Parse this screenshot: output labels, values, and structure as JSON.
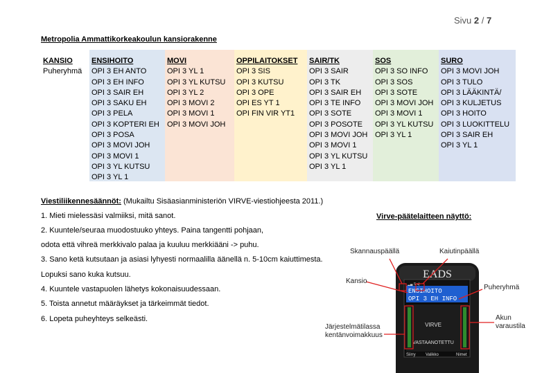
{
  "page": {
    "prefix": "Sivu ",
    "current": "2",
    "sep": " / ",
    "total": "7"
  },
  "title": "Metropolia Ammattikorkeakoulun kansiorakenne",
  "table": {
    "label_head": "KANSIO",
    "label_value": "Puheryhmä",
    "columns": [
      {
        "head": "ENSIHOITO",
        "color": "#dce6f2",
        "items": [
          "OPI 3 EH ANTO",
          "OPI 3 EH INFO",
          "OPI 3 SAIR EH",
          "OPI 3 SAKU EH",
          "OPI 3 PELA",
          "OPI 3 KOPTERI EH",
          "OPI 3 POSA",
          "OPI 3 MOVI JOH",
          "OPI 3 MOVI 1",
          "OPI 3 YL KUTSU",
          "OPI 3 YL 1"
        ]
      },
      {
        "head": "MOVI",
        "color": "#fbe4d5",
        "items": [
          "OPI 3 YL 1",
          "OPI 3 YL KUTSU",
          "OPI 3 YL 2",
          "OPI 3 MOVI 2",
          "OPI 3 MOVI 1",
          "OPI 3 MOVI JOH"
        ]
      },
      {
        "head": "OPPILAITOKSET",
        "color": "#fff2cc",
        "items": [
          "OPI 3 SIS",
          "OPI 3 KUTSU",
          "OPI 3 OPE",
          "OPI ES YT 1",
          "OPI FIN VIR YT1"
        ]
      },
      {
        "head": "SAIR/TK",
        "color": "#ededed",
        "items": [
          "OPI 3 SAIR",
          "OPI 3 TK",
          "OPI 3 SAIR EH",
          "OPI 3 TE INFO",
          "OPI 3 SOTE",
          "OPI 3 POSOTE",
          "OPI 3 MOVI JOH",
          "OPI 3 MOVI 1",
          "OPI 3 YL KUTSU",
          "OPI 3 YL 1"
        ]
      },
      {
        "head": "SOS",
        "color": "#e2efda",
        "items": [
          "OPI 3 SO INFO",
          "OPI 3 SOS",
          "OPI 3 SOTE",
          "OPI 3 MOVI JOH",
          "OPI 3 MOVI 1",
          "OPI 3 YL KUTSU",
          "OPI 3 YL 1"
        ]
      },
      {
        "head": "SURO",
        "color": "#d9e1f2",
        "items": [
          "OPI 3 MOVI JOH",
          "OPI 3 TULO",
          "OPI 3 LÄÄKINTÄ/",
          "OPI 3 KULJETUS",
          "OPI 3 HOITO",
          "OPI 3 LUOKITTELU",
          "OPI 3 SAIR EH",
          "OPI 3 YL 1"
        ]
      }
    ]
  },
  "rules": {
    "title": "Viestiliikennesäännöt:",
    "source": " (Mukailtu Sisäasianministeriön VIRVE-viestiohjeesta 2011.)",
    "lines": [
      "1. Mieti mielessäsi valmiiksi, mitä sanot.",
      "2. Kuuntele/seuraa muodostuuko yhteys. Paina tangentti pohjaan,",
      "odota että vihreä merkkivalo palaa ja kuuluu merkkiääni -> puhu.",
      "3. Sano ketä kutsutaan ja asiasi lyhyesti normaalilla äänellä n. 5-10cm kaiuttimesta.",
      "Lopuksi sano kuka kutsuu.",
      "4. Kuuntele vastapuolen lähetys kokonaisuudessaan.",
      "5. Toista annetut määräykset ja tärkeimmät tiedot.",
      "6. Lopeta puheyhteys selkeästi."
    ]
  },
  "device": {
    "title": "Virve-päätelaitteen näyttö:",
    "brand": "EADS",
    "screen": {
      "line1": "ENSIHOITO",
      "line2": "OPI 3  EH INFO",
      "center1": "VIRVE",
      "center2": "VASTAANOTETTU",
      "bottom_left": "Siirry",
      "bottom_mid": "Valikko",
      "bottom_right": "Nimet"
    },
    "labels": {
      "scan": "Skannauspäällä",
      "speaker": "Kaiutinpäällä",
      "folder": "Kansio",
      "talkgroup": "Puheryhmä",
      "signal": "Järjestelmätilassa\nkentänvoimakkuus",
      "battery": "Akun\nvaraustila"
    },
    "colors": {
      "arrow": "#e02020",
      "screen": "#1f5fd0",
      "body": "#1a1a1a"
    }
  }
}
